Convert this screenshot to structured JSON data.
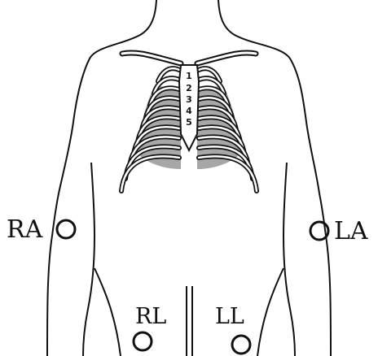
{
  "diagram": {
    "intercostal_numbers": [
      "1",
      "2",
      "3",
      "4",
      "5"
    ],
    "electrodes": [
      {
        "id": "ra",
        "label": "RA"
      },
      {
        "id": "la",
        "label": "LA"
      },
      {
        "id": "rl",
        "label": "RL"
      },
      {
        "id": "ll",
        "label": "LL"
      }
    ]
  },
  "colors": {
    "ink": "#111111",
    "shading": "#8a8a8a",
    "background": "#ffffff"
  }
}
